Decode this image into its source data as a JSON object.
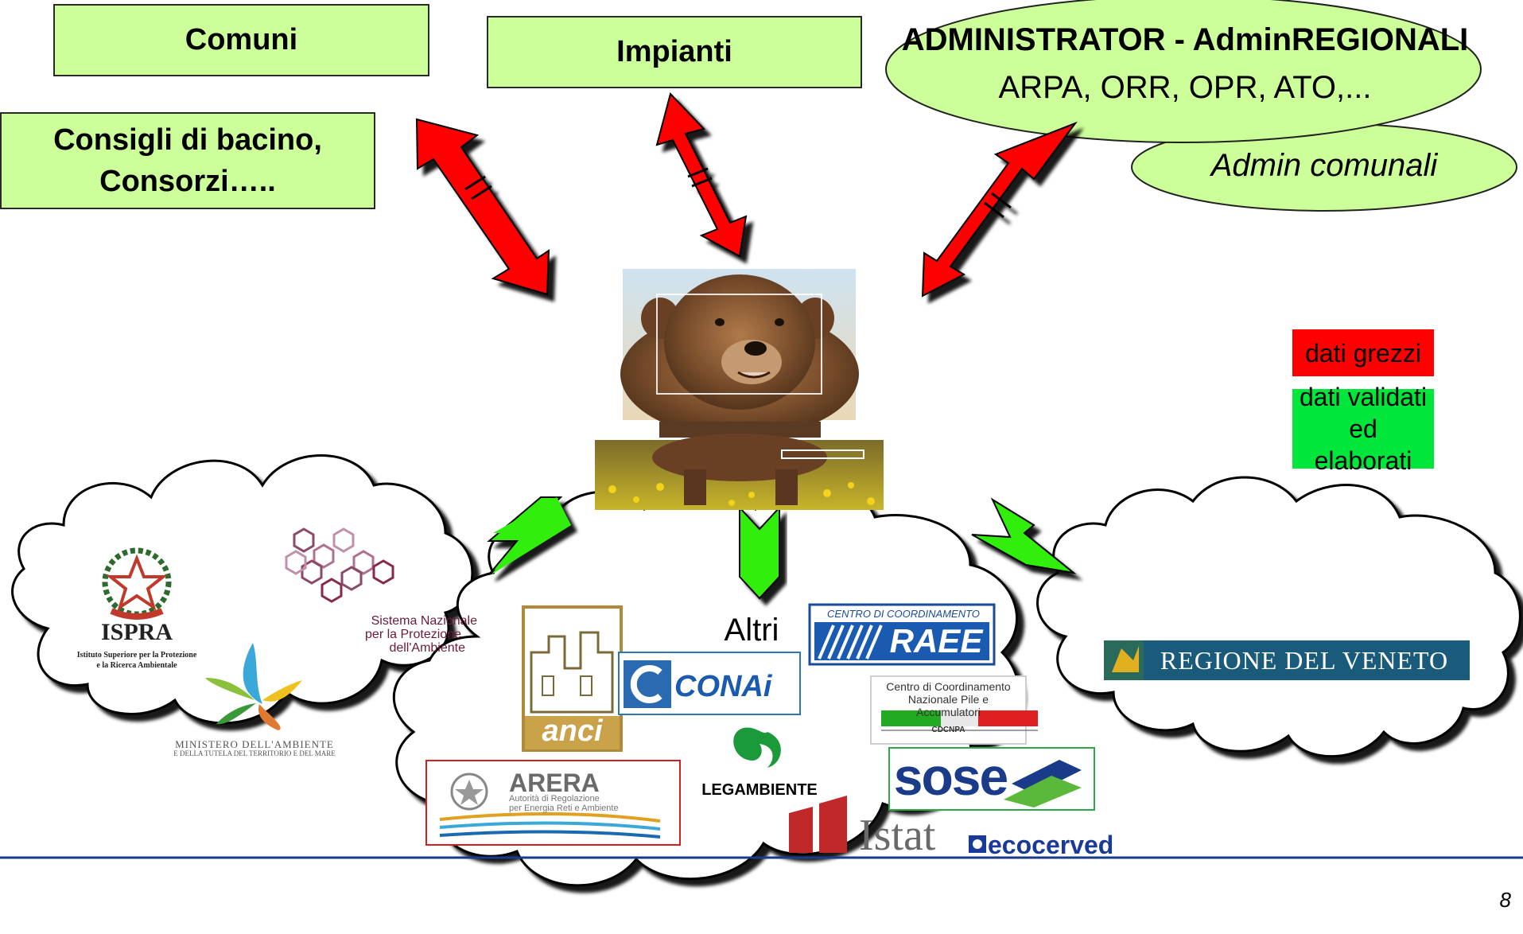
{
  "top_boxes": {
    "comuni": "Comuni",
    "impianti": "Impianti",
    "consigli_line1": "Consigli di bacino,",
    "consigli_line2": "Consorzi….."
  },
  "admin": {
    "title": "ADMINISTRATOR - AdminREGIONALI",
    "subtitle": "ARPA, ORR, OPR, ATO,...",
    "comunali": "Admin comunali"
  },
  "legend": {
    "raw": "dati grezzi",
    "raw_color": "#ff0000",
    "validated_line1": "dati validati ed",
    "validated_line2": "elaborati",
    "validated_color": "#00e63a"
  },
  "clouds": {
    "left": {
      "ispra": "ISPRA",
      "ispra_sub1": "Istituto Superiore per la Protezione",
      "ispra_sub2": "e la Ricerca Ambientale",
      "snpa1": "Sistema Nazionale",
      "snpa2": "per la Protezione",
      "snpa3": "dell'Ambiente",
      "ministero1": "MINISTERO DELL'AMBIENTE",
      "ministero2": "E DELLA TUTELA DEL TERRITORIO E DEL MARE"
    },
    "center": {
      "altri": "Altri",
      "anci": "anci",
      "conai": "CONAi",
      "raee_top": "CENTRO DI COORDINAMENTO",
      "raee": "RAEE",
      "cdc1": "Centro di Coordinamento",
      "cdc2": "Nazionale Pile e Accumulatori",
      "cdc3": "CDCNPA",
      "legambiente": "LEGAMBIENTE",
      "sose": "sose",
      "arera": "ARERA",
      "arera_sub1": "Autorità di Regolazione",
      "arera_sub2": "per Energia Reti e Ambiente",
      "istat": "Istat",
      "ecocerved": "ecocerved"
    },
    "right": {
      "regione": "REGIONE DEL VENETO"
    }
  },
  "colors": {
    "box_fill": "#ccff99",
    "arrow_red": "#ff0000",
    "arrow_green": "#33ee11",
    "footer_line": "#1a3a8a"
  },
  "page_number": "8"
}
